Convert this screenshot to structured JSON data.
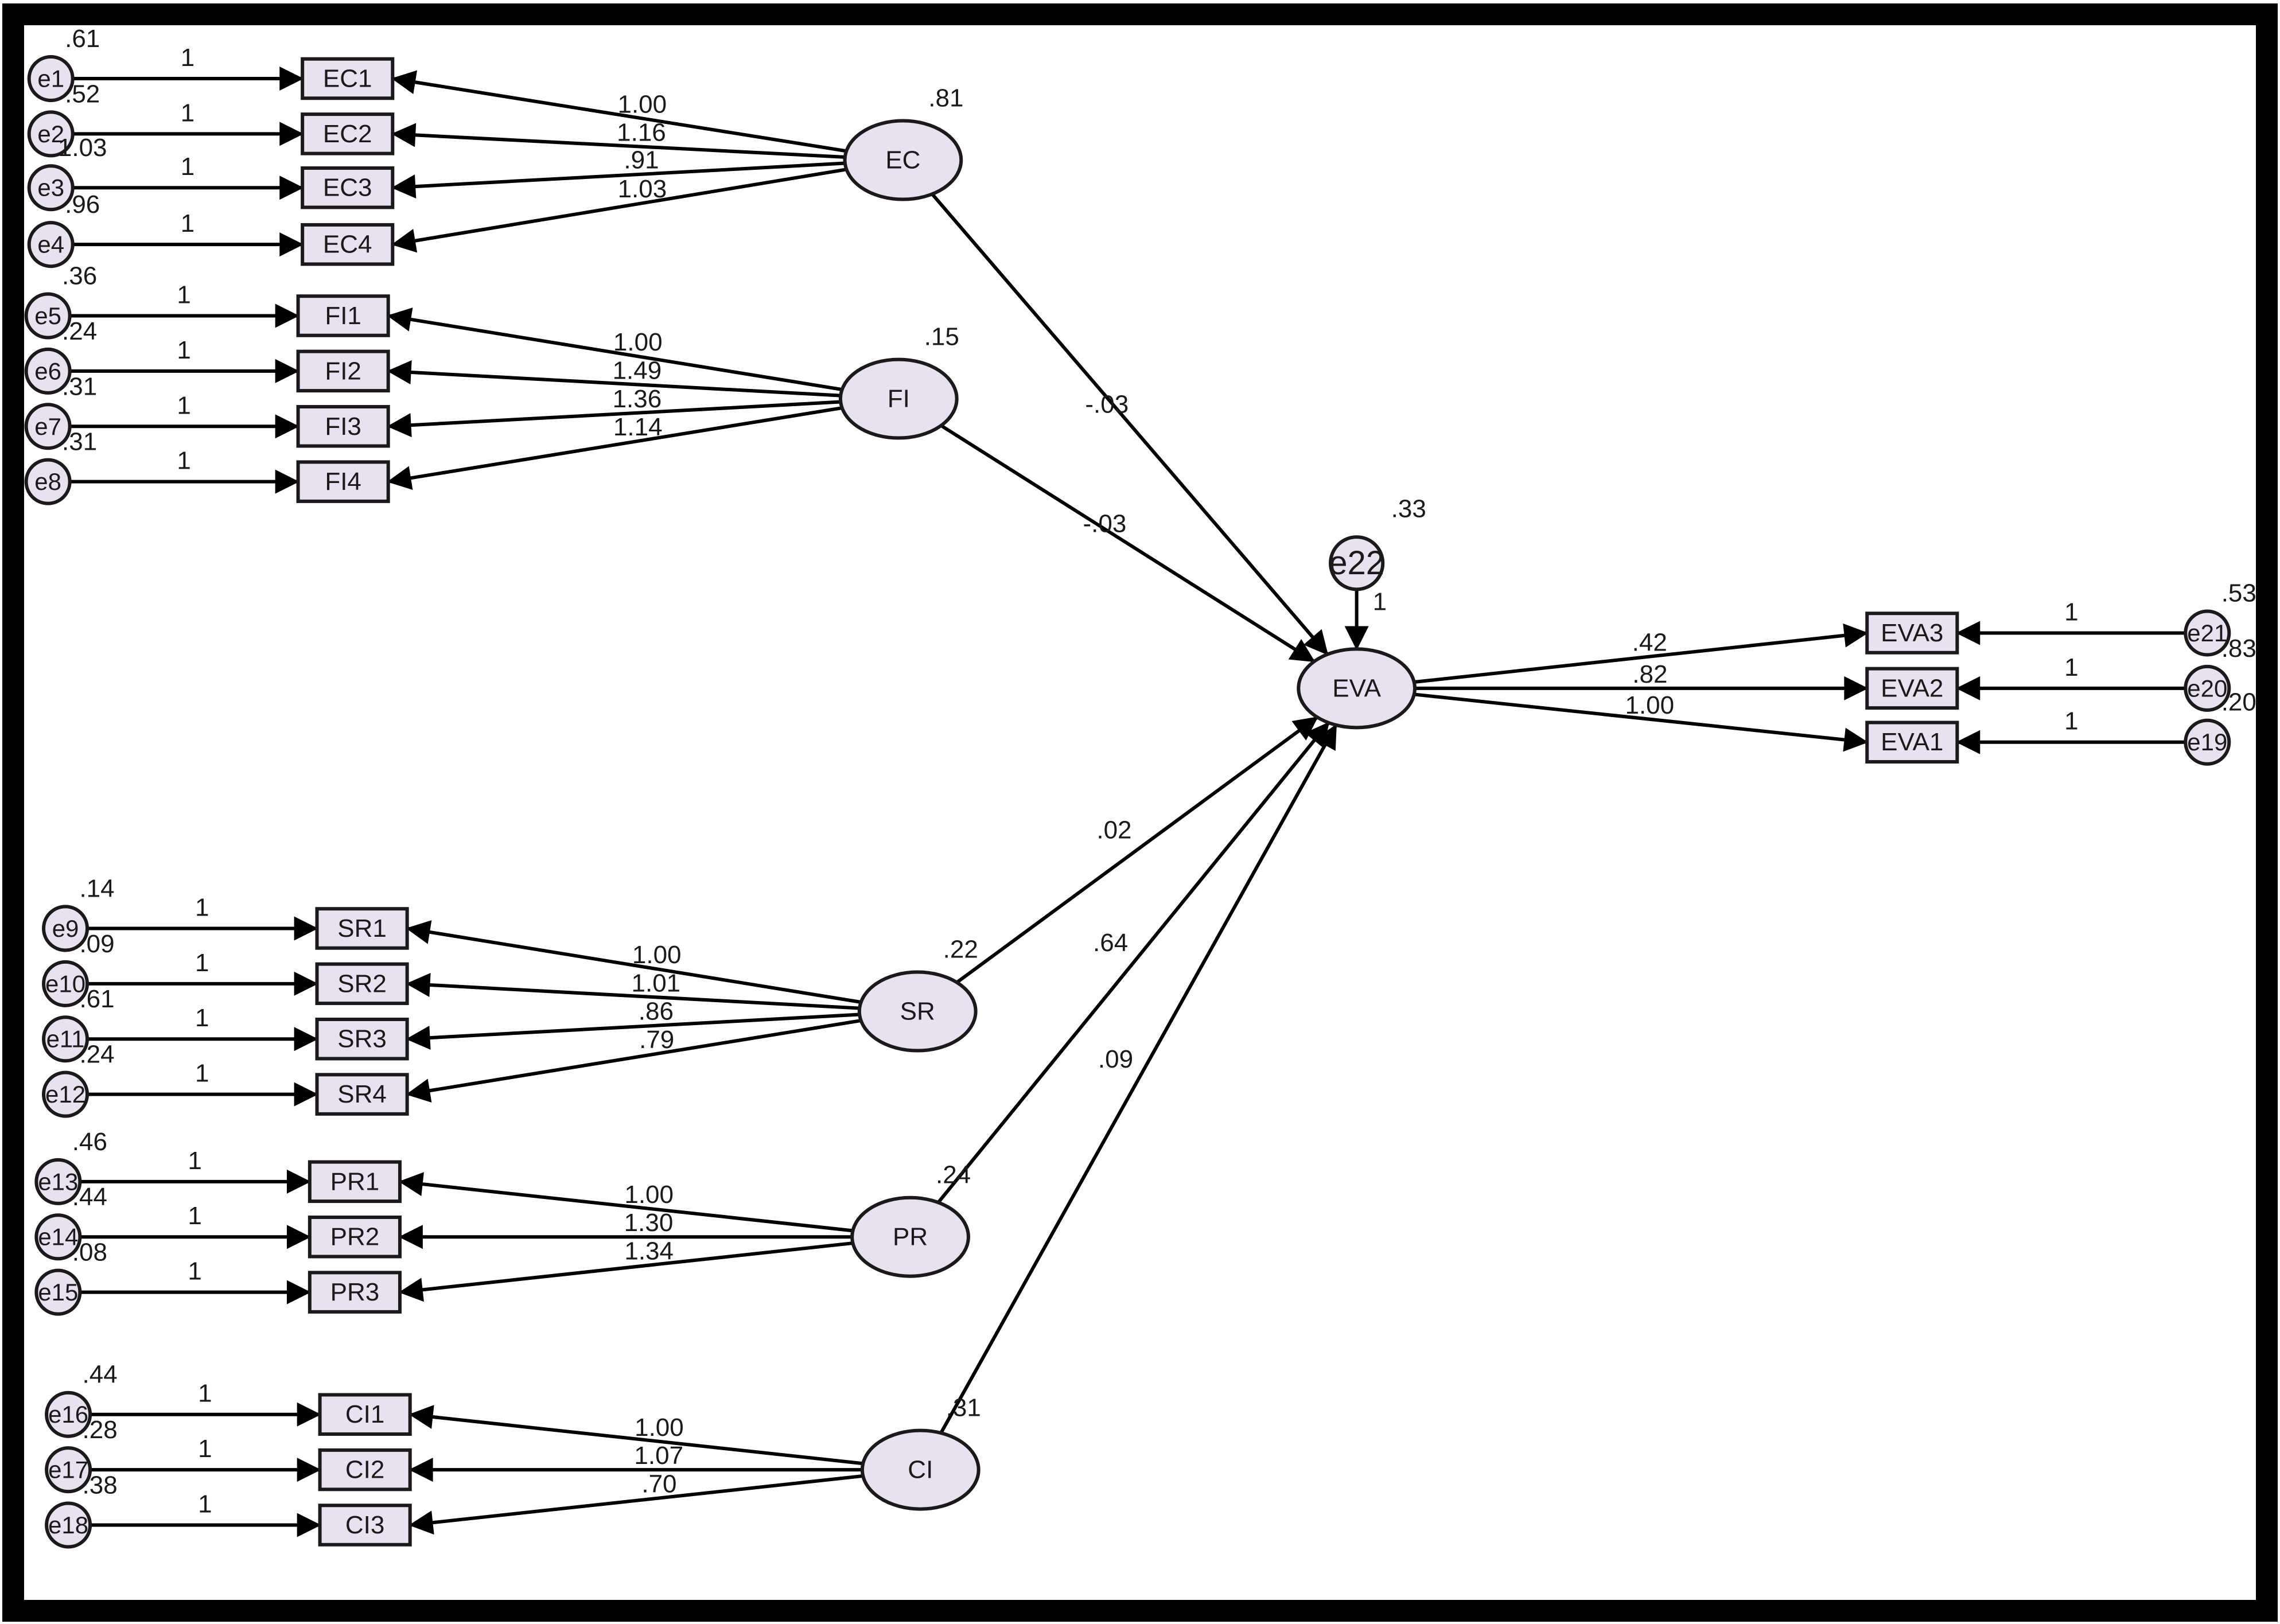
{
  "diagram": {
    "type": "structural-equation-model",
    "colors": {
      "node_fill": "#E8E1F0",
      "stroke": "#1a1a1a",
      "background": "#ffffff",
      "frame": "#000000"
    },
    "latents": [
      {
        "id": "EC",
        "label": "EC",
        "variance": ".81"
      },
      {
        "id": "FI",
        "label": "FI",
        "variance": ".15"
      },
      {
        "id": "SR",
        "label": "SR",
        "variance": ".22"
      },
      {
        "id": "PR",
        "label": "PR",
        "variance": ".24"
      },
      {
        "id": "CI",
        "label": "CI",
        "variance": ".31"
      },
      {
        "id": "EVA",
        "label": "EVA",
        "variance": ""
      }
    ],
    "disturbance": {
      "id": "e22",
      "label": "e22",
      "variance": ".33",
      "path_label": "1"
    },
    "indicators": [
      {
        "id": "EC1",
        "label": "EC1",
        "latent": "EC",
        "loading": "1.00",
        "error": "e1",
        "error_variance": ".61",
        "fixed": "1"
      },
      {
        "id": "EC2",
        "label": "EC2",
        "latent": "EC",
        "loading": "1.16",
        "error": "e2",
        "error_variance": ".52",
        "fixed": "1"
      },
      {
        "id": "EC3",
        "label": "EC3",
        "latent": "EC",
        "loading": ".91",
        "error": "e3",
        "error_variance": "1.03",
        "fixed": "1"
      },
      {
        "id": "EC4",
        "label": "EC4",
        "latent": "EC",
        "loading": "1.03",
        "error": "e4",
        "error_variance": ".96",
        "fixed": "1"
      },
      {
        "id": "FI1",
        "label": "FI1",
        "latent": "FI",
        "loading": "1.00",
        "error": "e5",
        "error_variance": ".36",
        "fixed": "1"
      },
      {
        "id": "FI2",
        "label": "FI2",
        "latent": "FI",
        "loading": "1.49",
        "error": "e6",
        "error_variance": ".24",
        "fixed": "1"
      },
      {
        "id": "FI3",
        "label": "FI3",
        "latent": "FI",
        "loading": "1.36",
        "error": "e7",
        "error_variance": ".31",
        "fixed": "1"
      },
      {
        "id": "FI4",
        "label": "FI4",
        "latent": "FI",
        "loading": "1.14",
        "error": "e8",
        "error_variance": ".31",
        "fixed": "1"
      },
      {
        "id": "SR1",
        "label": "SR1",
        "latent": "SR",
        "loading": "1.00",
        "error": "e9",
        "error_variance": ".14",
        "fixed": "1"
      },
      {
        "id": "SR2",
        "label": "SR2",
        "latent": "SR",
        "loading": "1.01",
        "error": "e10",
        "error_variance": ".09",
        "fixed": "1"
      },
      {
        "id": "SR3",
        "label": "SR3",
        "latent": "SR",
        "loading": ".86",
        "error": "e11",
        "error_variance": ".61",
        "fixed": "1"
      },
      {
        "id": "SR4",
        "label": "SR4",
        "latent": "SR",
        "loading": ".79",
        "error": "e12",
        "error_variance": ".24",
        "fixed": "1"
      },
      {
        "id": "PR1",
        "label": "PR1",
        "latent": "PR",
        "loading": "1.00",
        "error": "e13",
        "error_variance": ".46",
        "fixed": "1"
      },
      {
        "id": "PR2",
        "label": "PR2",
        "latent": "PR",
        "loading": "1.30",
        "error": "e14",
        "error_variance": ".44",
        "fixed": "1"
      },
      {
        "id": "PR3",
        "label": "PR3",
        "latent": "PR",
        "loading": "1.34",
        "error": "e15",
        "error_variance": ".08",
        "fixed": "1"
      },
      {
        "id": "CI1",
        "label": "CI1",
        "latent": "CI",
        "loading": "1.00",
        "error": "e16",
        "error_variance": ".44",
        "fixed": "1"
      },
      {
        "id": "CI2",
        "label": "CI2",
        "latent": "CI",
        "loading": "1.07",
        "error": "e17",
        "error_variance": ".28",
        "fixed": "1"
      },
      {
        "id": "CI3",
        "label": "CI3",
        "latent": "CI",
        "loading": ".70",
        "error": "e18",
        "error_variance": ".38",
        "fixed": "1"
      },
      {
        "id": "EVA3",
        "label": "EVA3",
        "latent": "EVA",
        "loading": ".42",
        "error": "e21",
        "error_variance": ".53",
        "fixed": "1"
      },
      {
        "id": "EVA2",
        "label": "EVA2",
        "latent": "EVA",
        "loading": ".82",
        "error": "e20",
        "error_variance": ".83",
        "fixed": "1"
      },
      {
        "id": "EVA1",
        "label": "EVA1",
        "latent": "EVA",
        "loading": "1.00",
        "error": "e19",
        "error_variance": ".20",
        "fixed": "1"
      }
    ],
    "structural_paths": [
      {
        "from": "EC",
        "to": "EVA",
        "coef": "-.03"
      },
      {
        "from": "FI",
        "to": "EVA",
        "coef": "-.03"
      },
      {
        "from": "SR",
        "to": "EVA",
        "coef": ".02"
      },
      {
        "from": "PR",
        "to": "EVA",
        "coef": ".64"
      },
      {
        "from": "CI",
        "to": "EVA",
        "coef": ".09"
      }
    ]
  }
}
